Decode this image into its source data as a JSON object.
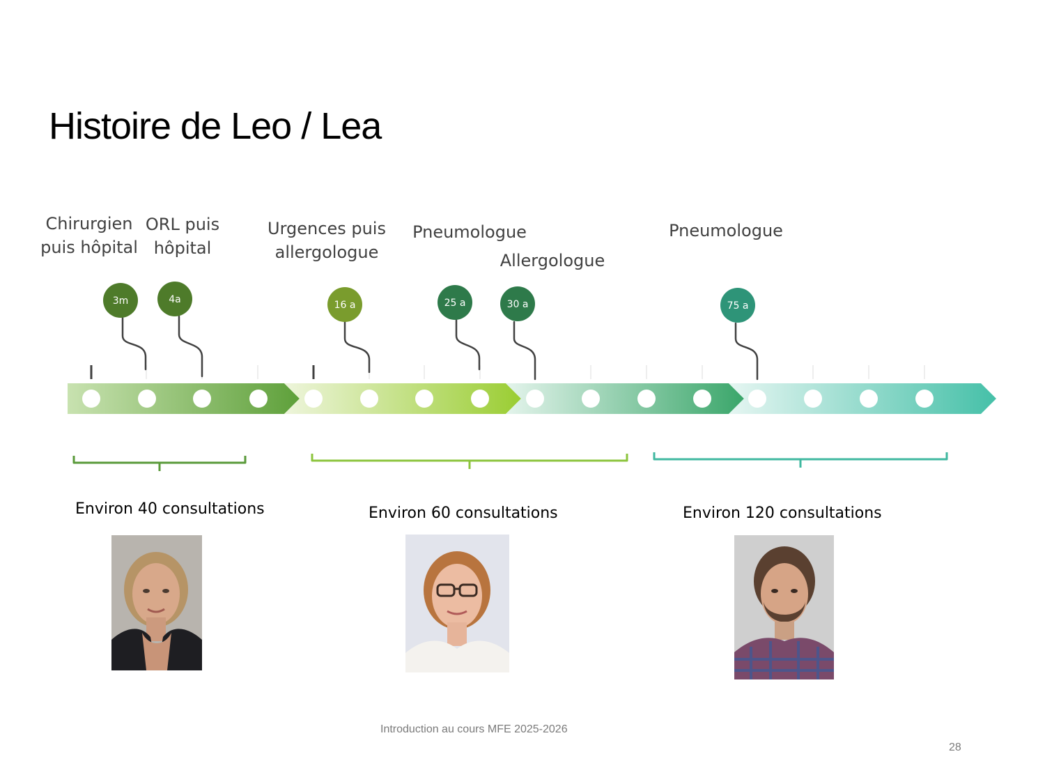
{
  "slide": {
    "title": "Histoire de Leo / Lea",
    "footer": "Introduction au cours MFE 2025-2026",
    "page_number": "28"
  },
  "labels": [
    {
      "lines": [
        "Chirurgien",
        "puis hôpital"
      ]
    },
    {
      "lines": [
        "ORL puis",
        "hôpital"
      ]
    },
    {
      "lines": [
        "Urgences puis",
        "allergologue"
      ]
    },
    {
      "lines": [
        "Pneumologue"
      ]
    },
    {
      "lines": [
        "Allergologue"
      ]
    },
    {
      "lines": [
        "Pneumologue"
      ]
    }
  ],
  "markers": [
    {
      "label": "3m",
      "color": "#4e7b2a"
    },
    {
      "label": "4a",
      "color": "#4e7b2a"
    },
    {
      "label": "16 a",
      "color": "#7a9c2d"
    },
    {
      "label": "25 a",
      "color": "#2e7a4a"
    },
    {
      "label": "30 a",
      "color": "#2e7a4a"
    },
    {
      "label": "75 a",
      "color": "#2e9478"
    }
  ],
  "groups": [
    {
      "label": "Environ 40 consultations",
      "color": "#5a9a3a"
    },
    {
      "label": "Environ 60 consultations",
      "color": "#8cc43c"
    },
    {
      "label": "Environ 120 consultations",
      "color": "#40b8a0"
    }
  ],
  "arrow_colors": {
    "segment1": [
      "#c8e2b0",
      "#5ea03a"
    ],
    "segment2": [
      "#eef5dc",
      "#9acd32"
    ],
    "segment3": [
      "#e4f4ec",
      "#3aa66a"
    ],
    "segment4": [
      "#e6f6f2",
      "#45c0a8"
    ]
  }
}
